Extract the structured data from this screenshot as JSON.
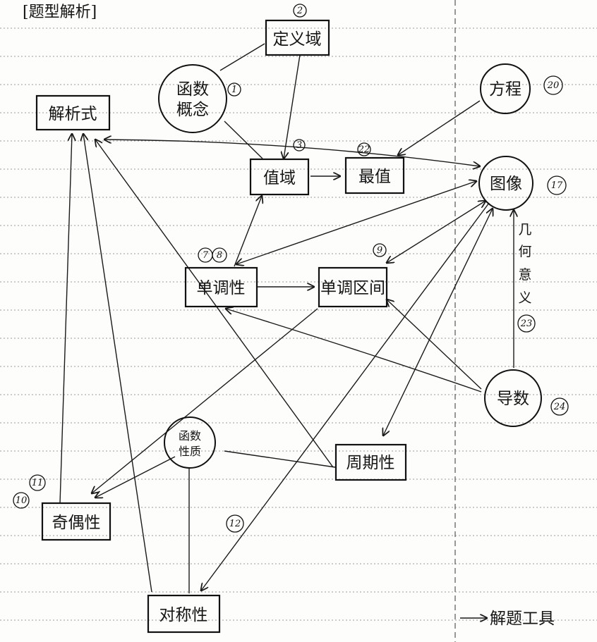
{
  "title": "[题型解析]",
  "nodes": {
    "definition_domain": "定义域",
    "function_concept_line1": "函数",
    "function_concept_line2": "概念",
    "analytic_expression": "解析式",
    "range": "值域",
    "extreme_value": "最值",
    "equation": "方程",
    "graph": "图像",
    "monotonicity": "单调性",
    "monotonic_interval": "单调区间",
    "derivative": "导数",
    "function_property_line1": "函数",
    "function_property_line2": "性质",
    "periodicity": "周期性",
    "parity": "奇偶性",
    "symmetry": "对称性"
  },
  "numbers": {
    "n1": "1",
    "n2": "2",
    "n3": "3",
    "n7": "7",
    "n8": "8",
    "n9": "9",
    "n10": "10",
    "n11": "11",
    "n12": "12",
    "n17": "17",
    "n20": "20",
    "n22": "22",
    "n23": "23",
    "n24": "24"
  },
  "vertical_label": [
    "几",
    "何",
    "意",
    "义"
  ],
  "margin_note": "解题工具",
  "colors": {
    "ink": "#151515",
    "rule": "#9a9a9a",
    "paper": "#fdfdfb"
  }
}
